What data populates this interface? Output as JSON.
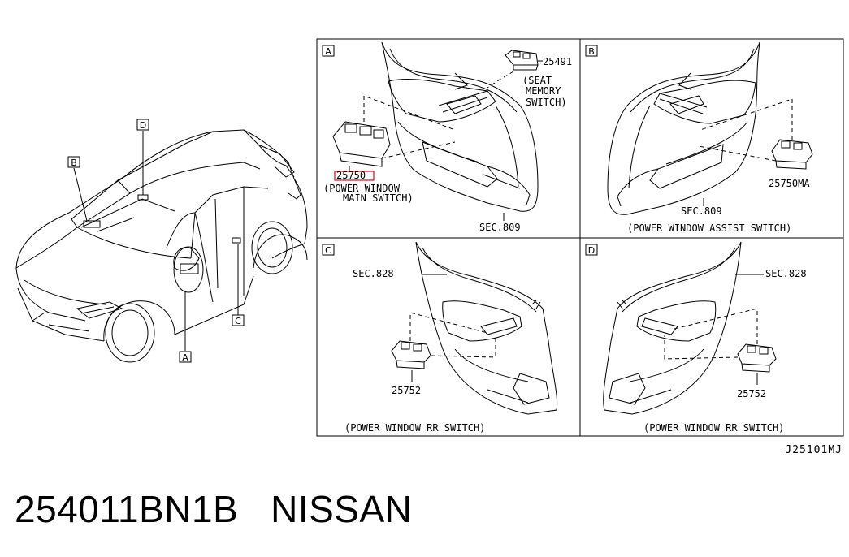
{
  "panels": {
    "A": {
      "letter": "A",
      "part_main": "25750",
      "caption_main_1": "(POWER WINDOW",
      "caption_main_2": "MAIN SWITCH)",
      "part_seat": "25491",
      "caption_seat_1": "(SEAT",
      "caption_seat_2": "MEMORY",
      "caption_seat_3": "SWITCH)",
      "sec": "SEC.809"
    },
    "B": {
      "letter": "B",
      "part": "25750MA",
      "sec": "SEC.809",
      "caption": "(POWER WINDOW ASSIST SWITCH)"
    },
    "C": {
      "letter": "C",
      "sec": "SEC.828",
      "part": "25752",
      "caption": "(POWER WINDOW RR SWITCH)"
    },
    "D": {
      "letter": "D",
      "sec": "SEC.828",
      "part": "25752",
      "caption": "(POWER WINDOW RR SWITCH)"
    }
  },
  "car_callouts": {
    "A": "A",
    "B": "B",
    "C": "C",
    "D": "D"
  },
  "reference_code": "J25101MJ",
  "footer": {
    "part_number": "254011BN1B",
    "brand": "NISSAN"
  },
  "colors": {
    "line": "#000000",
    "highlight": "#e8001a",
    "background": "#ffffff"
  }
}
